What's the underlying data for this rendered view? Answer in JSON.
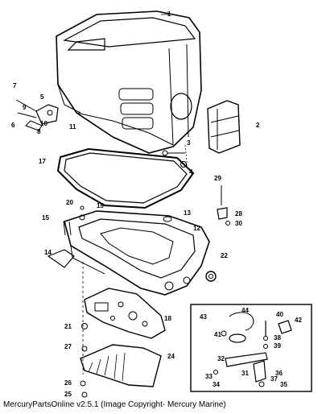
{
  "footer": {
    "caption": "MercuryPartsOnline v2.5.1 (Image Copyright- Mercury Marine)"
  },
  "callouts": {
    "c1": "1",
    "c2": "2",
    "c3": "3",
    "c4": "4",
    "c5": "5",
    "c6": "6",
    "c7": "7",
    "c8": "8",
    "c9": "9",
    "c10": "10",
    "c11": "11",
    "c12": "12",
    "c13": "13",
    "c14": "14",
    "c15": "15",
    "c17": "17",
    "c18": "18",
    "c19": "19",
    "c20": "20",
    "c21": "21",
    "c22": "22",
    "c24": "24",
    "c25": "25",
    "c26": "26",
    "c27": "27",
    "c28": "28",
    "c29": "29",
    "c30": "30",
    "c31": "31",
    "c32": "32",
    "c33": "33",
    "c34": "34",
    "c35": "35",
    "c36": "36",
    "c37": "37",
    "c38": "38",
    "c39": "39",
    "c40": "40",
    "c41": "41",
    "c42": "42",
    "c43": "43",
    "c44": "44"
  }
}
